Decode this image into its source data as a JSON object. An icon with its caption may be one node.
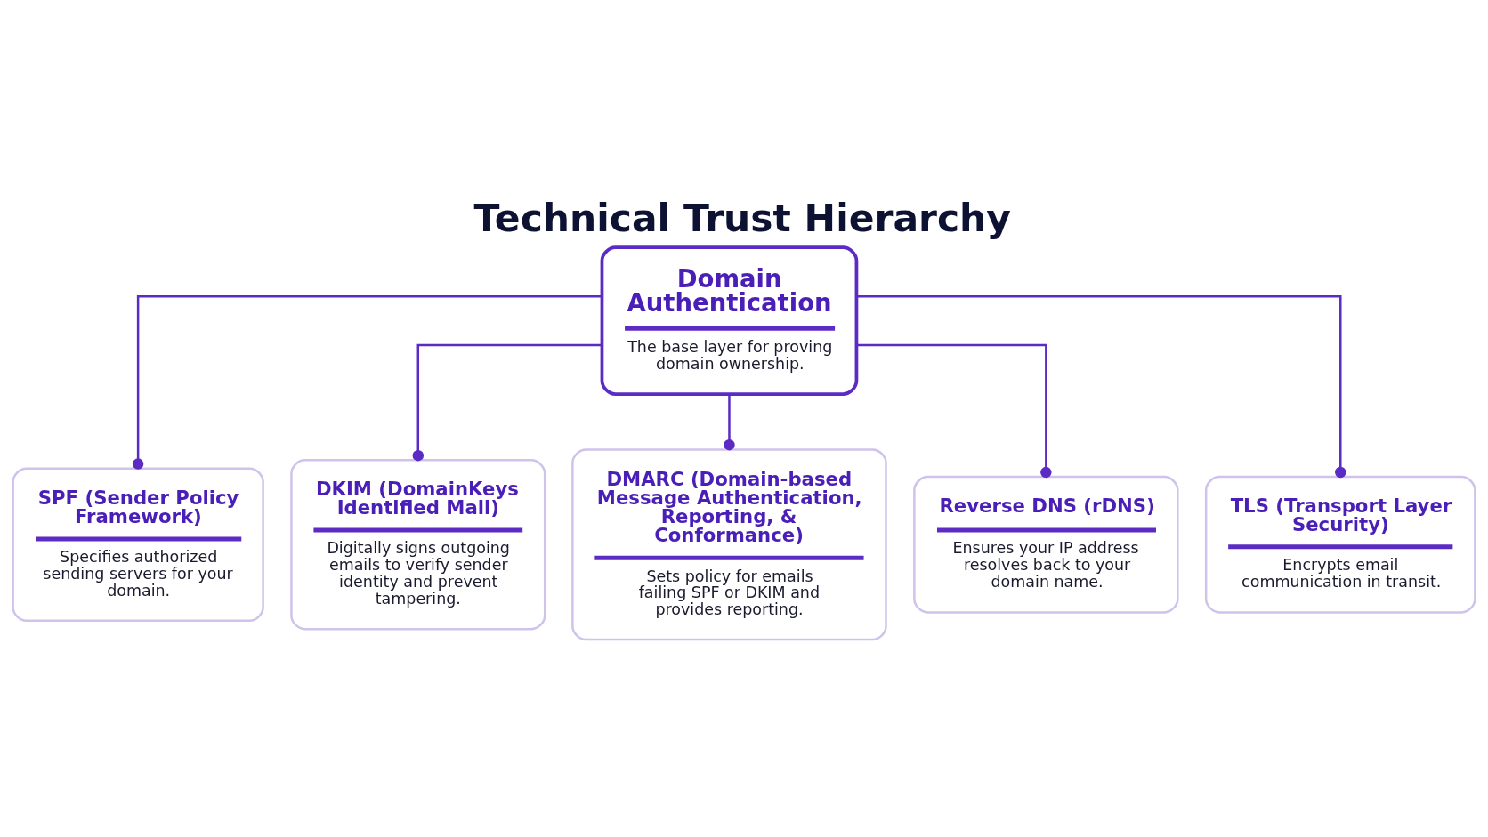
{
  "diagram": {
    "title": "Technical Trust Hierarchy",
    "nodes": [
      {
        "text": [
          "Domain Authentication",
          "The base layer for proving domain ownership."
        ]
      },
      {
        "text": [
          "SPF (Sender Policy Framework)",
          "Specifies authorized sending servers for your domain."
        ]
      },
      {
        "text": [
          "DKIM (DomainKeys Identified Mail)",
          "Digitally signs outgoing emails to verify sender identity and prevent tampering."
        ]
      },
      {
        "text": [
          "DMARC (Domain-based Message Authentication, Reporting, & Conformance)",
          "Sets policy for emails failing SPF or DKIM and provides reporting."
        ]
      },
      {
        "text": [
          "Reverse DNS (rDNS)",
          "Ensures your IP address resolves back to your domain name."
        ]
      },
      {
        "text": [
          "TLS (Transport Layer Security)",
          "Encrypts email communication in transit."
        ]
      }
    ],
    "edges": [
      {
        "from": 0,
        "to": 1,
        "arrow": "other"
      },
      {
        "from": 0,
        "to": 2,
        "arrow": "other"
      },
      {
        "from": 0,
        "to": 3,
        "arrow": "other"
      },
      {
        "from": 0,
        "to": 4,
        "arrow": "other"
      },
      {
        "from": 0,
        "to": 5,
        "arrow": "other"
      }
    ]
  }
}
